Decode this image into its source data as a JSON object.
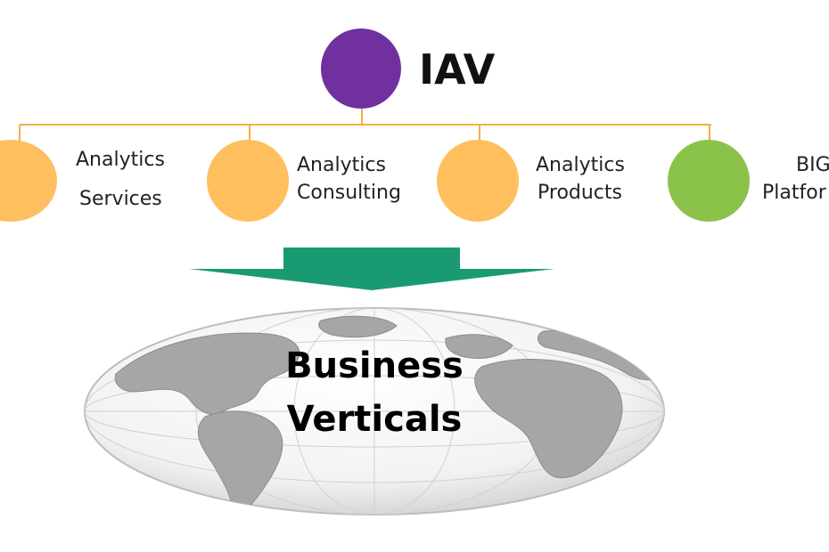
{
  "root": {
    "title": "IAV",
    "color": "#7030a0"
  },
  "branches": [
    {
      "line1": "Analytics",
      "line2": "Services",
      "color": "#ffbf5e"
    },
    {
      "line1": "Analytics",
      "line2": "Consulting",
      "color": "#ffbf5e"
    },
    {
      "line1": "Analytics",
      "line2": "Products",
      "color": "#ffbf5e"
    },
    {
      "line1": "BIG",
      "line2": "Platfor",
      "color": "#8bc34a"
    }
  ],
  "connector_color": "#f5b041",
  "arrow_color": "#1a9a72",
  "globe": {
    "line1": "Business",
    "line2": "Verticals"
  }
}
